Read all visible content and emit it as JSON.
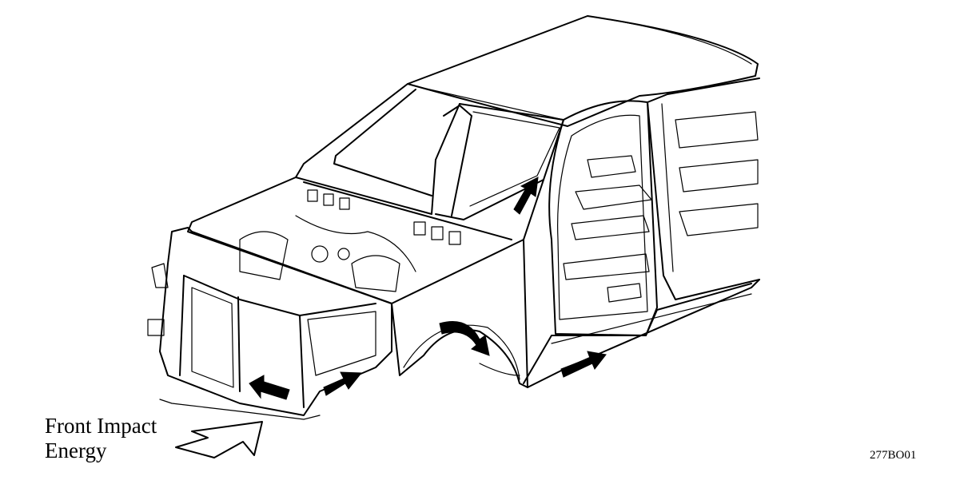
{
  "labels": {
    "impact_line1": "Front Impact",
    "impact_line2": "Energy",
    "figure_code": "277BO01"
  },
  "colors": {
    "line": "#000000",
    "background": "#ffffff"
  },
  "icons": {
    "impact_arrow": "outlined-arrow-icon",
    "load_path_arrow": "solid-arrow-icon"
  }
}
